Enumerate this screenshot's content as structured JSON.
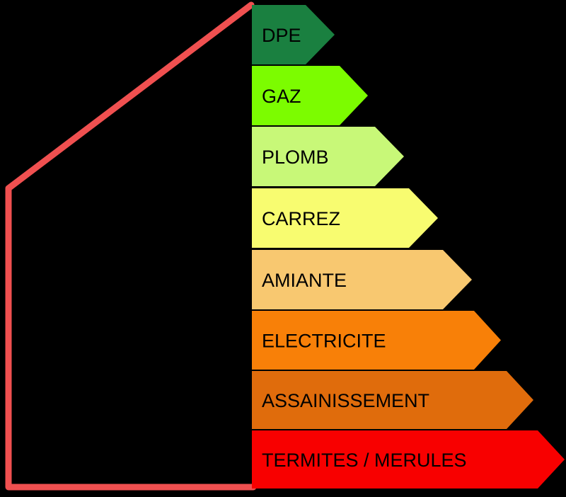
{
  "diagram": {
    "house_outline_color": "#f05050",
    "labels": [
      {
        "text": "DPE",
        "color": "#1a8040"
      },
      {
        "text": "GAZ",
        "color": "#7cfc00"
      },
      {
        "text": "PLOMB",
        "color": "#c8f878"
      },
      {
        "text": "CARREZ",
        "color": "#f8fc70"
      },
      {
        "text": "AMIANTE",
        "color": "#f8c870"
      },
      {
        "text": "ELECTRICITE",
        "color": "#f88008"
      },
      {
        "text": "ASSAINISSEMENT",
        "color": "#e06c0c"
      },
      {
        "text": "TERMITES / MERULES",
        "color": "#f80000"
      }
    ]
  }
}
